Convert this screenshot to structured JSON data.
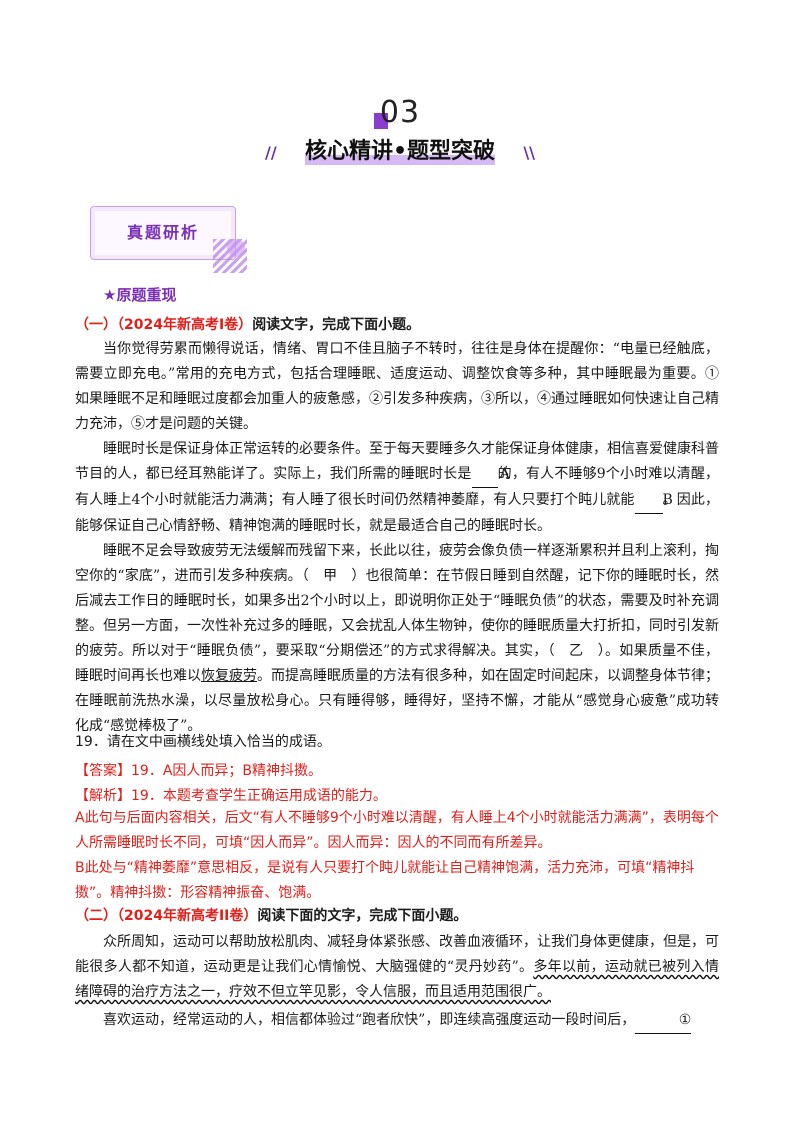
{
  "section": {
    "number": "03",
    "title": "核心精讲•题型突破",
    "badge": "真题研析"
  },
  "subhead": "★原题重现",
  "q1": {
    "source": "（一）（2024年新高考Ⅰ卷）",
    "instruction": "阅读文字，完成下面小题。",
    "p1": "当你觉得劳累而懒得说话，情绪、胃口不佳且脑子不转时，往往是身体在提醒你：“电量已经触底，需要立即充电。”常用的充电方式，包括合理睡眠、适度运动、调整饮食等多种，其中睡眠最为重要。①如果睡眠不足和睡眠过度都会加重人的疲惫感，②引发多种疾病，③所以，④通过睡眠如何快速让自己精力充沛，⑤才是问题的关键。",
    "p2a": "睡眠时长是保证身体正常运转的必要条件。至于每天要睡多久才能保证身体健康，相信喜爱健康科普节目的人，都已经耳熟能详了。实际上，我们所需的睡眠时长是",
    "blankA": "A",
    "p2b": "的，有人不睡够9个小时难以清醒，有人睡上4个小时就能活力满满；有人睡了很长时间仍然精神萎靡，有人只要打个盹儿就能",
    "blankB": "B",
    "p2c": "。因此，能够保证自己心情舒畅、精神饱满的睡眠时长，就是最适合自己的睡眠时长。",
    "p3a": "睡眠不足会导致疲劳无法缓解而残留下来，长此以往，疲劳会像负债一样逐渐累积并且利上滚利，掏空你的“家底”，进而引发多种疾病。（　甲　）也很简单：在节假日睡到自然醒，记下你的睡眠时长，然后减去工作日的睡眠时长，如果多出2个小时以上，即说明你正处于“睡眠负债”的状态，需要及时补充调整。但另一方面，一次性补充过多的睡眠，又会扰乱人体生物钟，使你的睡眠质量大打折扣，同时引发新的疲劳。所以对于“睡眠负债”，要采取“分期偿还”的方式求得解决。其实，（　乙　）。如果质量不佳，睡眠时间再长也难以",
    "p3u": "恢复疲劳",
    "p3b": "。而提高睡眠质量的方法有很多种，如在固定时间起床，以调整身体节律；在睡眠前洗热水澡，以尽量放松身心。只有睡得够，睡得好，坚持不懈，才能从“感觉身心疲惫”成功转化成“感觉棒极了”。",
    "question": "19．请在文中画横线处填入恰当的成语。",
    "answer_tag": "【答案】",
    "answer": "19．A因人而异；B精神抖擞。",
    "analysis_tag": "【解析】",
    "analysis": "19．本题考查学生正确运用成语的能力。",
    "ex_a": "A此句与后面内容相关，后文“有人不睡够9个小时难以清醒，有人睡上4个小时就能活力满满”，表明每个人所需睡眠时长不同，可填“因人而异”。因人而异：因人的不同而有所差异。",
    "ex_b": "B此处与“精神萎靡”意思相反，是说有人只要打个盹儿就能让自己精神饱满，活力充沛，可填“精神抖擞”。精神抖擞：形容精神振奋、饱满。"
  },
  "q2": {
    "source": "（二）（2024年新高考II卷）",
    "instruction": "阅读下面的文字，完成下面小题。",
    "p1a": "众所周知，运动可以帮助放松肌肉、减轻身体紧张感、改善血液循环，让我们身体更健康，但是，可能很多人都不知道，运动更是让我们心情愉悦、大脑强健的“灵丹妙药”。",
    "p1w": "多年以前，运动就已被列入情绪障碍的治疗方法之一，疗效不但立竿见影，令人信服，而且适用范围很广。",
    "p2": "喜欢运动，经常运动的人，相信都体验过“跑者欣快”，即连续高强度运动一段时间后，",
    "blank1": "①"
  }
}
